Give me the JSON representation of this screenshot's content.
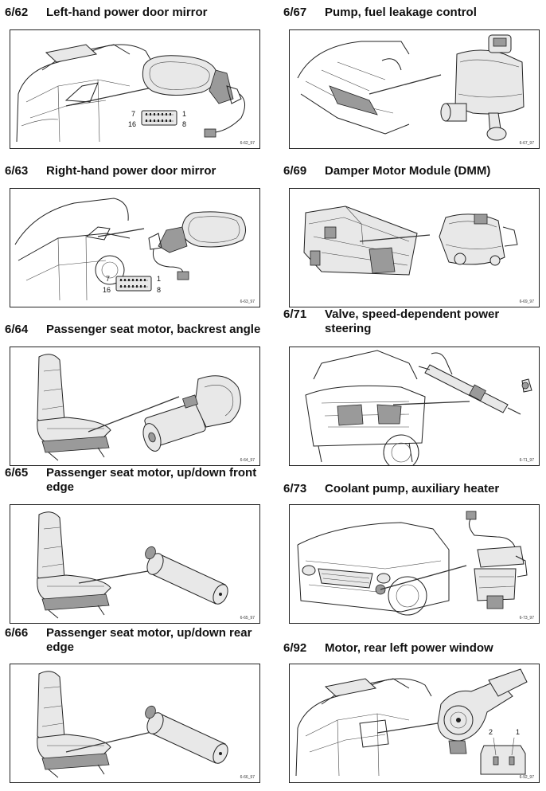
{
  "entries": [
    {
      "id": "6/62",
      "title": "Left-hand power door mirror",
      "code": "6-62_97",
      "pins": [
        "7",
        "16",
        "1",
        "8"
      ]
    },
    {
      "id": "6/63",
      "title": "Right-hand power door mirror",
      "code": "6-63_97",
      "pins": [
        "7",
        "16",
        "1",
        "8"
      ]
    },
    {
      "id": "6/64",
      "title": "Passenger seat motor, backrest angle",
      "code": "6-64_97"
    },
    {
      "id": "6/65",
      "title": "Passenger seat motor, up/down front edge",
      "code": "6-65_97"
    },
    {
      "id": "6/66",
      "title": "Passenger seat motor, up/down rear edge",
      "code": "6-66_97"
    },
    {
      "id": "6/67",
      "title": "Pump, fuel leakage control",
      "code": "6-67_97"
    },
    {
      "id": "6/69",
      "title": "Damper Motor Module (DMM)",
      "code": "6-69_97"
    },
    {
      "id": "6/71",
      "title": "Valve, speed-dependent power steering",
      "code": "6-71_97"
    },
    {
      "id": "6/73",
      "title": "Coolant pump, auxiliary heater",
      "code": "6-73_97"
    },
    {
      "id": "6/92",
      "title": "Motor, rear left power window",
      "code": "6-92_97",
      "pins": [
        "2",
        "1"
      ]
    }
  ]
}
